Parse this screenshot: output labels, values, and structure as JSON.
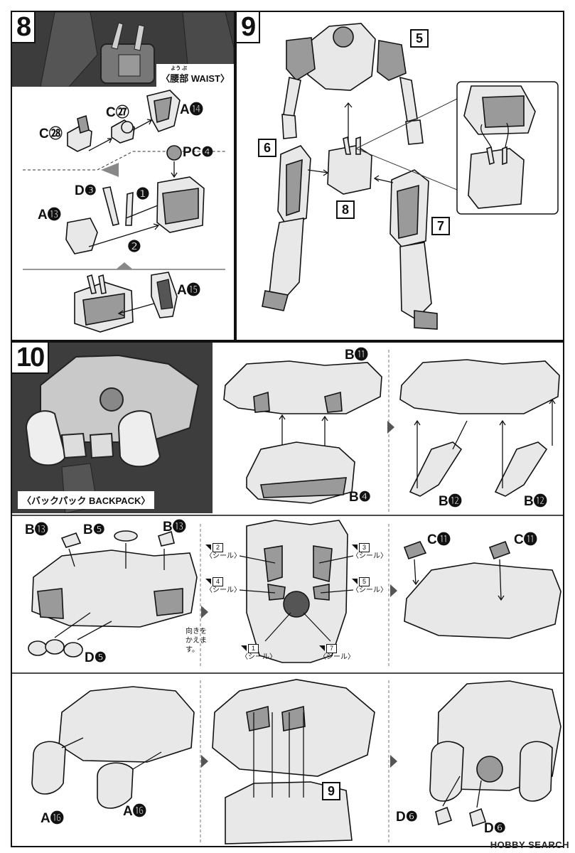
{
  "step8": {
    "number": "8",
    "caption": "〈腰部 WAIST〉",
    "ruby": "よう ぶ",
    "parts": {
      "c28": "C㉘",
      "c27": "C㉗",
      "a14": "A⓮",
      "pc4": "PC❹",
      "d3": "D❸",
      "a13": "A⓭",
      "a15": "A⓯"
    },
    "order_1": "❶",
    "order_2": "❷"
  },
  "step9": {
    "number": "9",
    "refs": {
      "r5": "5",
      "r6": "6",
      "r7": "7",
      "r8": "8"
    }
  },
  "step10": {
    "number": "10",
    "caption": "〈バックパック BACKPACK〉",
    "parts": {
      "b11": "B⓫",
      "b4": "B❹",
      "b12a": "B⓬",
      "b12b": "B⓬",
      "b13a": "B⓭",
      "b5": "B❺",
      "b13b": "B⓭",
      "d5": "D❺",
      "c11a": "C⓫",
      "c11b": "C⓫",
      "a16a": "A⓰",
      "a16b": "A⓰",
      "d6a": "D❻",
      "d6b": "D❻"
    },
    "stickers": [
      {
        "num": "2",
        "label": "〈シール〉"
      },
      {
        "num": "3",
        "label": "〈シール〉"
      },
      {
        "num": "4",
        "label": "〈シール〉"
      },
      {
        "num": "5",
        "label": "〈シール〉"
      },
      {
        "num": "1",
        "label": "〈シール〉"
      },
      {
        "num": "7",
        "label": "〈シール〉"
      }
    ],
    "note": "向きを\nかえます。",
    "ref9": "9"
  },
  "watermark": "HOBBY SEARCH"
}
